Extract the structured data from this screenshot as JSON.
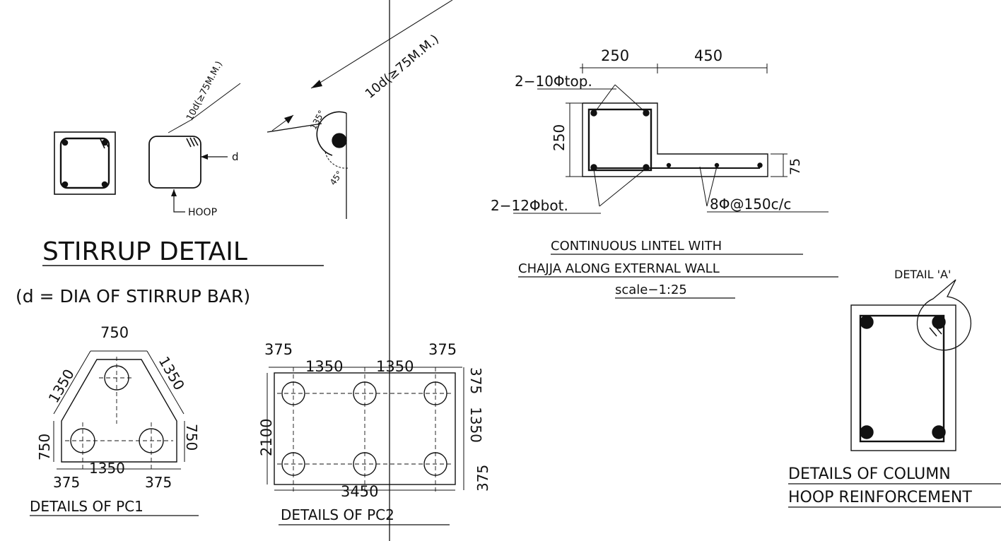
{
  "stirrup": {
    "title": "STIRRUP  DETAIL",
    "subtitle": "(d  =  DIA  OF  STIRRUP  BAR)",
    "hook_len": "10d(≥75M.M.)",
    "hook_len_big": "10d(≥75M.M.)",
    "d_label": "d",
    "hoop_label": "HOOP",
    "angle_135": "135°",
    "angle_45": "45°"
  },
  "lintel": {
    "dim_250_top": "250",
    "dim_450": "450",
    "dim_250_side": "250",
    "dim_75": "75",
    "top_bars": "2−10Φtop.",
    "bot_bars": "2−12Φbot.",
    "dist_bars": "8Φ@150c/c",
    "title_line1": "CONTINUOUS  LINTEL  WITH",
    "title_line2": "CHAJJA  ALONG  EXTERNAL  WALL",
    "scale": "scale−1:25"
  },
  "pc1": {
    "dim_top": "750",
    "dim_slant_left": "1350",
    "dim_slant_right": "1350",
    "dim_left": "750",
    "dim_right": "750",
    "dim_bottom_mid": "1350",
    "dim_bottom_left": "375",
    "dim_bottom_right": "375",
    "title": "DETAILS  OF  PC1"
  },
  "pc2": {
    "dim_top_left": "375",
    "dim_top_right": "375",
    "dim_span1": "1350",
    "dim_span2": "1350",
    "dim_left": "2100",
    "dim_right_top": "375",
    "dim_right_mid": "1350",
    "dim_right_bot": "375",
    "dim_bottom": "3450",
    "title": "DETAILS  OF  PC2"
  },
  "column": {
    "detail_label": "DETAIL  'A'",
    "title_line1": "DETAILS  OF  COLUMN",
    "title_line2": "HOOP  REINFORCEMENT"
  },
  "colors": {
    "ink": "#111111",
    "paper": "#ffffff"
  }
}
